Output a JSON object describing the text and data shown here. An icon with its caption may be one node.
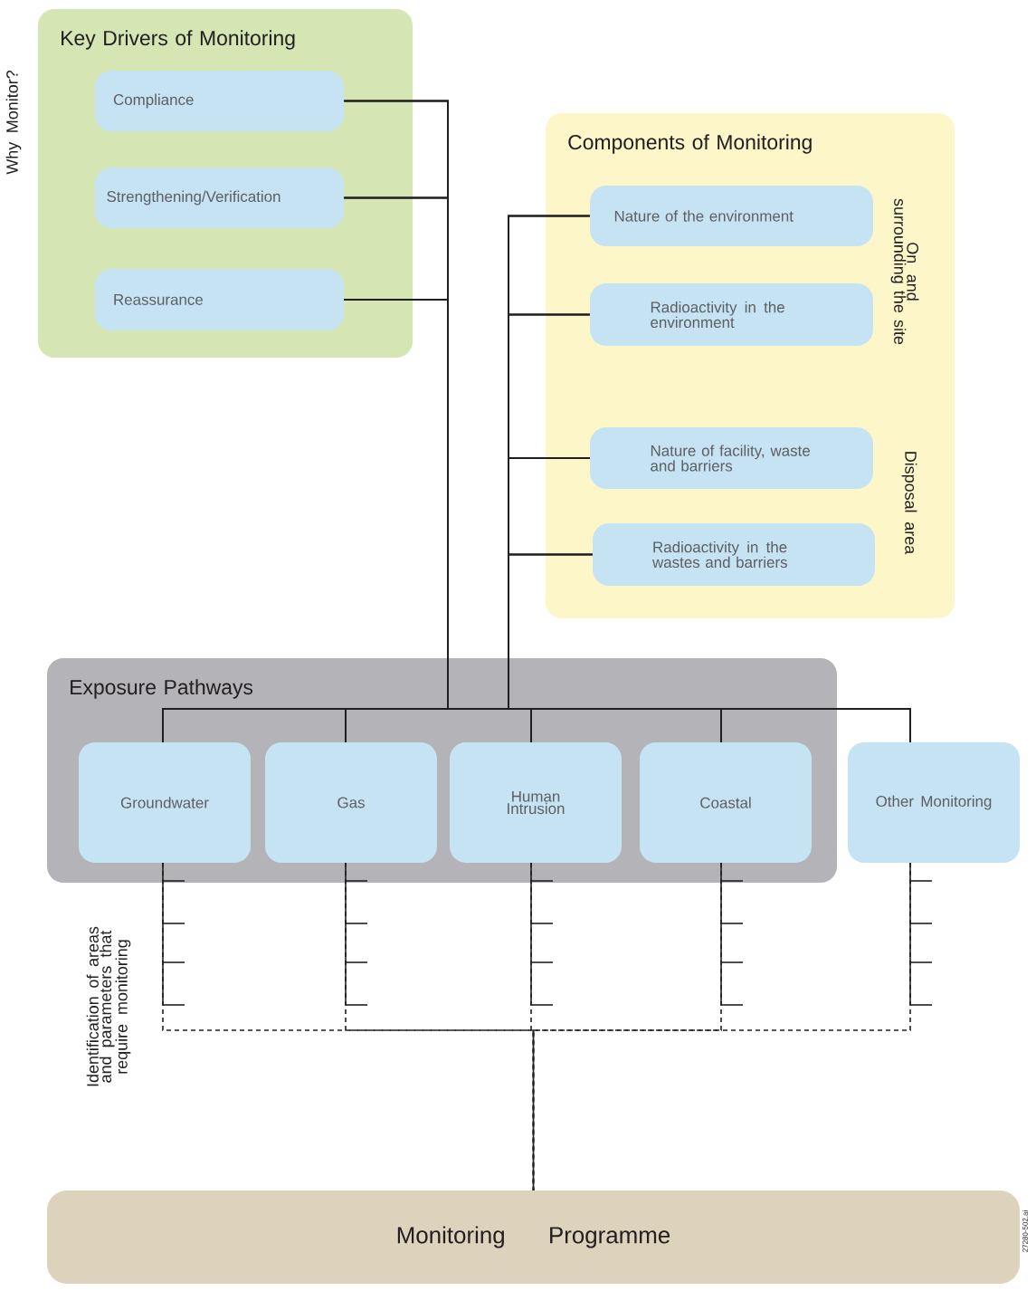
{
  "diagram": {
    "nodes": [
      {
        "text": [
          "Key Drivers of Monitoring"
        ]
      },
      {
        "text": [
          "Compliance"
        ],
        "in": 0
      },
      {
        "text": [
          "Strengthening/Verification"
        ],
        "in": 0
      },
      {
        "text": [
          "Reassurance"
        ],
        "in": 0
      },
      {
        "text": [
          "Components of Monitoring"
        ]
      },
      {
        "text": [
          "Nature of the environment"
        ],
        "in": 4
      },
      {
        "text": [
          "Radioactivity in the environment"
        ],
        "in": 4
      },
      {
        "text": [
          "Nature of facility, waste and barriers"
        ],
        "in": 4
      },
      {
        "text": [
          "Radioactivity in the wastes and barriers"
        ],
        "in": 4
      },
      {
        "text": [
          "Exposure Pathways"
        ]
      },
      {
        "text": [
          "Groundwater"
        ],
        "in": 9
      },
      {
        "text": [
          "Gas"
        ],
        "in": 9
      },
      {
        "text": [
          "Human Intrusion"
        ],
        "in": 9
      },
      {
        "text": [
          "Coastal"
        ],
        "in": 9
      },
      {
        "text": [
          "Other Monitoring"
        ]
      },
      {
        "text": [
          "Monitoring Programme"
        ]
      }
    ],
    "edges": [
      {
        "from": 1,
        "to": 10,
        "arrow": "none"
      },
      {
        "from": 1,
        "to": 11,
        "arrow": "none"
      },
      {
        "from": 1,
        "to": 12,
        "arrow": "none"
      },
      {
        "from": 1,
        "to": 13,
        "arrow": "none"
      },
      {
        "from": 1,
        "to": 14,
        "arrow": "none"
      },
      {
        "from": 2,
        "to": 10,
        "arrow": "none"
      },
      {
        "from": 2,
        "to": 11,
        "arrow": "none"
      },
      {
        "from": 2,
        "to": 12,
        "arrow": "none"
      },
      {
        "from": 2,
        "to": 13,
        "arrow": "none"
      },
      {
        "from": 2,
        "to": 14,
        "arrow": "none"
      },
      {
        "from": 3,
        "to": 10,
        "arrow": "none"
      },
      {
        "from": 3,
        "to": 11,
        "arrow": "none"
      },
      {
        "from": 3,
        "to": 12,
        "arrow": "none"
      },
      {
        "from": 3,
        "to": 13,
        "arrow": "none"
      },
      {
        "from": 3,
        "to": 14,
        "arrow": "none"
      },
      {
        "from": 5,
        "to": 10,
        "arrow": "none"
      },
      {
        "from": 5,
        "to": 11,
        "arrow": "none"
      },
      {
        "from": 5,
        "to": 12,
        "arrow": "none"
      },
      {
        "from": 5,
        "to": 13,
        "arrow": "none"
      },
      {
        "from": 5,
        "to": 14,
        "arrow": "none"
      },
      {
        "from": 6,
        "to": 10,
        "arrow": "none"
      },
      {
        "from": 6,
        "to": 11,
        "arrow": "none"
      },
      {
        "from": 6,
        "to": 12,
        "arrow": "none"
      },
      {
        "from": 6,
        "to": 13,
        "arrow": "none"
      },
      {
        "from": 6,
        "to": 14,
        "arrow": "none"
      },
      {
        "from": 7,
        "to": 10,
        "arrow": "none"
      },
      {
        "from": 7,
        "to": 11,
        "arrow": "none"
      },
      {
        "from": 7,
        "to": 12,
        "arrow": "none"
      },
      {
        "from": 7,
        "to": 13,
        "arrow": "none"
      },
      {
        "from": 7,
        "to": 14,
        "arrow": "none"
      },
      {
        "from": 8,
        "to": 10,
        "arrow": "none"
      },
      {
        "from": 8,
        "to": 11,
        "arrow": "none"
      },
      {
        "from": 8,
        "to": 12,
        "arrow": "none"
      },
      {
        "from": 8,
        "to": 13,
        "arrow": "none"
      },
      {
        "from": 8,
        "to": 14,
        "arrow": "none"
      },
      {
        "from": 10,
        "to": 15,
        "arrow": "none",
        "style": "dashed"
      },
      {
        "from": 11,
        "to": 15,
        "arrow": "none",
        "style": "dashed"
      },
      {
        "from": 12,
        "to": 15,
        "arrow": "none",
        "style": "dashed"
      },
      {
        "from": 13,
        "to": 15,
        "arrow": "none",
        "style": "dashed"
      },
      {
        "from": 14,
        "to": 15,
        "arrow": "none",
        "style": "dashed"
      }
    ],
    "labels": [
      "Why Monitor?",
      "On and surrounding the site",
      "Disposal area",
      "Identification of areas and parameters that require monitoring",
      "27280-502.ai"
    ]
  }
}
